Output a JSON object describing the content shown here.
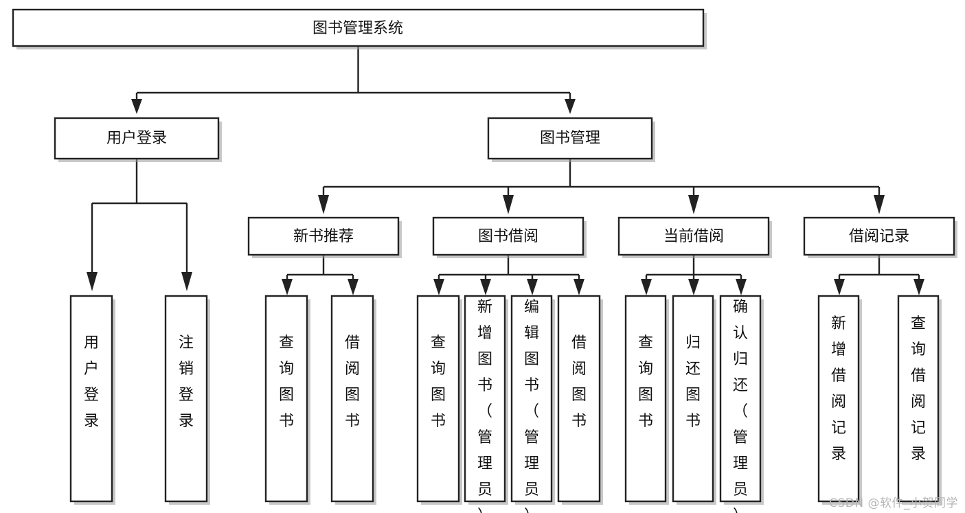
{
  "diagram": {
    "type": "tree-hierarchy-chart",
    "title": "图书管理系统",
    "watermark": "CSDN @软件_小贺同学",
    "colors": {
      "stroke": "#222222",
      "fill": "#ffffff",
      "shadow": "#9a9a9a",
      "watermark": "#b4b4b4"
    },
    "levels": [
      {
        "level": 1,
        "nodes": [
          {
            "id": "root",
            "label": "图书管理系统",
            "orientation": "horizontal"
          }
        ]
      },
      {
        "level": 2,
        "nodes": [
          {
            "id": "login",
            "label": "用户登录",
            "orientation": "horizontal",
            "parent": "root"
          },
          {
            "id": "bookmgmt",
            "label": "图书管理",
            "orientation": "horizontal",
            "parent": "root"
          }
        ]
      },
      {
        "level": 3,
        "nodes": [
          {
            "id": "newbook",
            "label": "新书推荐",
            "orientation": "horizontal",
            "parent": "bookmgmt"
          },
          {
            "id": "borrow",
            "label": "图书借阅",
            "orientation": "horizontal",
            "parent": "bookmgmt"
          },
          {
            "id": "current",
            "label": "当前借阅",
            "orientation": "horizontal",
            "parent": "bookmgmt"
          },
          {
            "id": "records",
            "label": "借阅记录",
            "orientation": "horizontal",
            "parent": "bookmgmt"
          }
        ]
      },
      {
        "level": 4,
        "nodes": [
          {
            "id": "leaf1",
            "label": "用户登录",
            "orientation": "vertical",
            "parent": "login"
          },
          {
            "id": "leaf2",
            "label": "注销登录",
            "orientation": "vertical",
            "parent": "login"
          },
          {
            "id": "leaf3",
            "label": "查询图书",
            "orientation": "vertical",
            "parent": "newbook"
          },
          {
            "id": "leaf4",
            "label": "借阅图书",
            "orientation": "vertical",
            "parent": "newbook"
          },
          {
            "id": "leaf5",
            "label": "查询图书",
            "orientation": "vertical",
            "parent": "borrow"
          },
          {
            "id": "leaf6",
            "label": "新增图书（管理员）",
            "orientation": "vertical",
            "parent": "borrow"
          },
          {
            "id": "leaf7",
            "label": "编辑图书（管理员）",
            "orientation": "vertical",
            "parent": "borrow"
          },
          {
            "id": "leaf8",
            "label": "借阅图书",
            "orientation": "vertical",
            "parent": "borrow"
          },
          {
            "id": "leaf9",
            "label": "查询图书",
            "orientation": "vertical",
            "parent": "current"
          },
          {
            "id": "leaf10",
            "label": "归还图书",
            "orientation": "vertical",
            "parent": "current"
          },
          {
            "id": "leaf11",
            "label": "确认归还（管理员）",
            "orientation": "vertical",
            "parent": "current"
          },
          {
            "id": "leaf12",
            "label": "新增借阅记录",
            "orientation": "vertical",
            "parent": "records"
          },
          {
            "id": "leaf13",
            "label": "查询借阅记录",
            "orientation": "vertical",
            "parent": "records"
          }
        ]
      }
    ]
  }
}
